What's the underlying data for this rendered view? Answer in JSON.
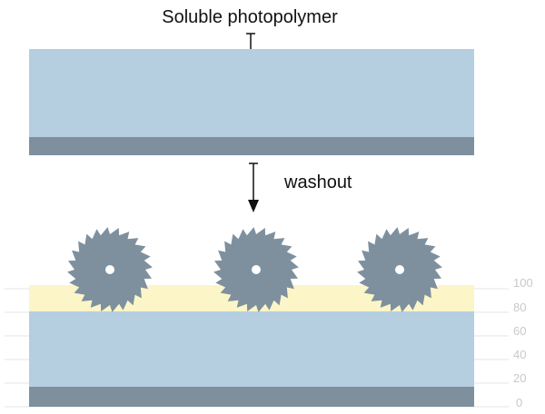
{
  "labels": {
    "top": "Soluble photopolymer",
    "middle": "washout"
  },
  "scale_ticks": [
    "100",
    "80",
    "60",
    "40",
    "20",
    "0"
  ],
  "colors": {
    "photopolymer": "#b5cfe0",
    "substrate": "#7e909e",
    "cured_layer": "#fbf5c8",
    "blade": "#7e909e",
    "arrow": "#111111",
    "grid": "#e4e4e4",
    "tick_text": "#c9c9c9"
  },
  "icons": {
    "saw_blade": "circular-saw-blade-icon",
    "arrow": "arrow-down-icon"
  }
}
